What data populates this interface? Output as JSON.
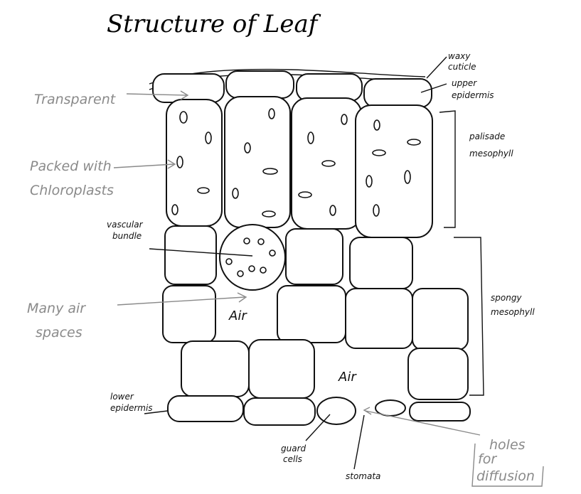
{
  "title": "Structure of Leaf",
  "labels": {
    "waxy_cuticle": [
      "waxy",
      "cuticle"
    ],
    "upper_epidermis": [
      "upper",
      "epidermis"
    ],
    "palisade_mesophyll": [
      "palisade",
      "mesophyll"
    ],
    "spongy_mesophyll": [
      "spongy",
      "mesophyll"
    ],
    "vascular_bundle": [
      "vascular",
      "bundle"
    ],
    "lower_epidermis": [
      "lower",
      "epidermis"
    ],
    "guard_cells": [
      "guard",
      "cells"
    ],
    "stomata": "stomata",
    "air_1": "Air",
    "air_2": "Air"
  },
  "annotations": {
    "transparent": "Transparent",
    "packed_with_chloroplasts": [
      "Packed with",
      "Chloroplasts"
    ],
    "many_air_spaces": [
      "Many air",
      "spaces"
    ],
    "holes_for_diffusion": [
      "holes",
      "for",
      "diffusion"
    ]
  }
}
